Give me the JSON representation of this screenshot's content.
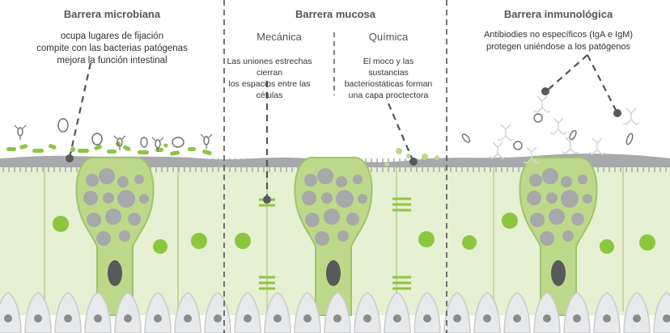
{
  "panels": {
    "microbial": {
      "title": "Barrera microbiana",
      "desc_lines": [
        "ocupa lugares de fijación",
        "compite con las bacterias patógenas",
        "mejora la función intestinal"
      ]
    },
    "mucosal": {
      "title": "Barrera mucosa",
      "mechanical": {
        "title": "Mecánica",
        "desc_lines": [
          "Las uniones estrechas cierran",
          "los espacios entre las células"
        ]
      },
      "chemical": {
        "title": "Química",
        "desc_lines": [
          "El moco y las sustancias",
          "bacteriostáticas forman",
          "una capa proctectora"
        ]
      }
    },
    "immune": {
      "title": "Barrera inmunológica",
      "desc_lines": [
        "Antibiodies no específicos (IgA e IgM)",
        "protegen uniéndose a los patógenos"
      ]
    }
  },
  "colors": {
    "cell_fill": "#e6f0d2",
    "cell_border": "#c5d6a5",
    "goblet_fill": "#bcd98a",
    "goblet_border": "#9fc46a",
    "mucin_granule": "#a7a8aa",
    "nucleus": "#58595b",
    "green_dot": "#8cc63f",
    "membrane": "#a7a9ac",
    "basal_cell": "#e8e9ea",
    "divider": "#555555",
    "text": "#333333"
  }
}
